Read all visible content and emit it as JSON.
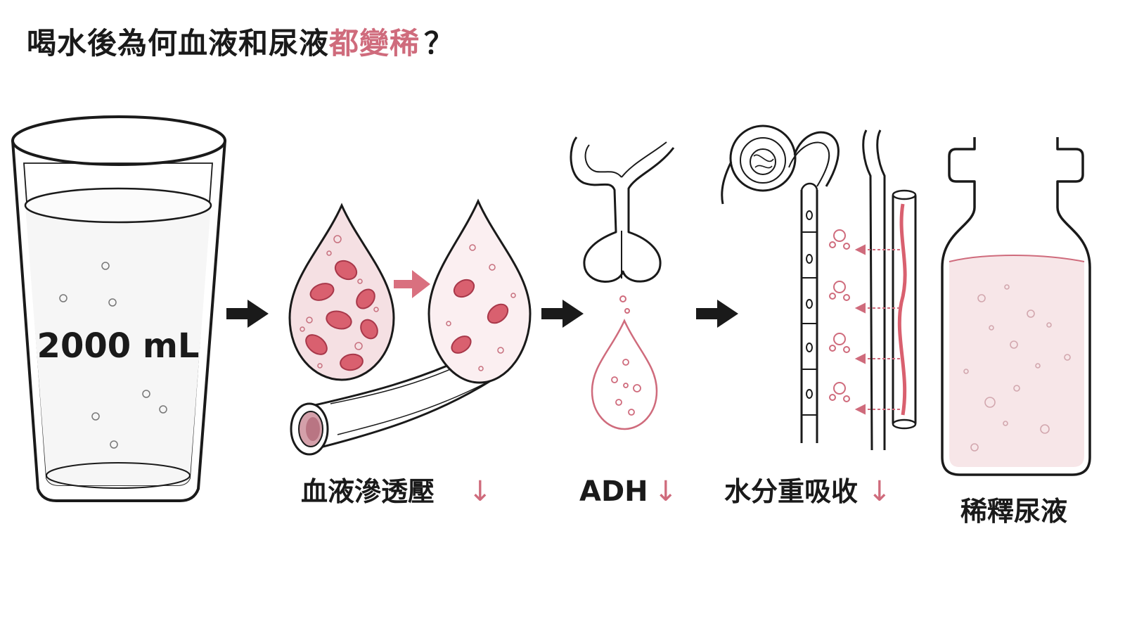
{
  "title": {
    "main": "喝水後為何血液和尿液",
    "highlight": "都變稀",
    "suffix": "？"
  },
  "glass": {
    "volume_label": "2000 mL"
  },
  "steps": [
    {
      "label": "血液滲透壓",
      "arrow": "↓"
    },
    {
      "label": "ADH",
      "arrow": "↓"
    },
    {
      "label": "水分重吸收",
      "arrow": "↓"
    }
  ],
  "result": {
    "label": "稀釋尿液"
  },
  "colors": {
    "accent": "#cf6b7c",
    "rbc": "#d9606f",
    "plasma": "#f7e6e8",
    "ink": "#1a1a1a"
  }
}
